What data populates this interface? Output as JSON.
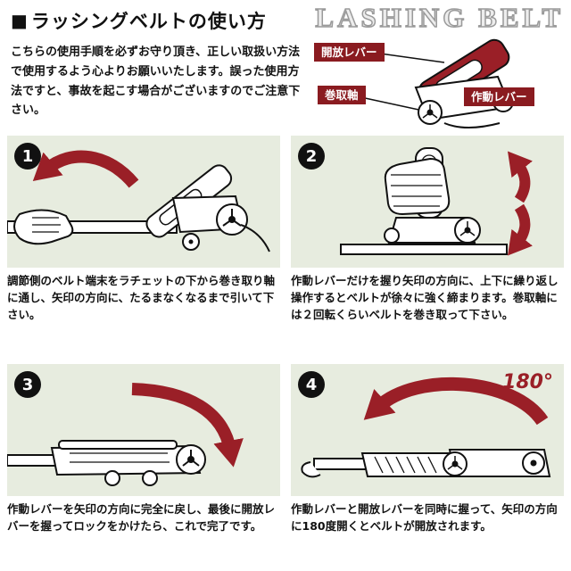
{
  "header": {
    "title_marker": "■",
    "title": "ラッシングベルトの使い方",
    "watermark": "LASHING BELT",
    "intro": "こちらの使用手順を必ずお守り頂き、正しい取扱い方法で使用するよう心よりお願いいたします。誤った使用方法ですと、事故を起こす場合がございますのでご注意下さい。",
    "labels": {
      "release_lever": "開放レバー",
      "winding_shaft": "巻取軸",
      "operating_lever": "作動レバー"
    }
  },
  "steps": [
    {
      "number": "1",
      "caption": "調節側のベルト端末をラチェットの下から巻き取り軸に通し、矢印の方向に、たるまなくなるまで引いて下さい。"
    },
    {
      "number": "2",
      "caption": "作動レバーだけを握り矢印の方向に、上下に繰り返し操作するとベルトが徐々に強く締まります。巻取軸には２回転くらいベルトを巻き取って下さい。"
    },
    {
      "number": "3",
      "caption": "作動レバーを矢印の方向に完全に戻し、最後に開放レバーを握ってロックをかけたら、これで完了です。"
    },
    {
      "number": "4",
      "caption": "作動レバーと開放レバーを同時に握って、矢印の方向に180度開くとベルトが開放されます。",
      "degree_label": "180°"
    }
  ],
  "colors": {
    "accent_red": "#9a1f27",
    "label_red": "#8a1b20",
    "panel_bg": "#e7ecdf",
    "text": "#111111"
  }
}
